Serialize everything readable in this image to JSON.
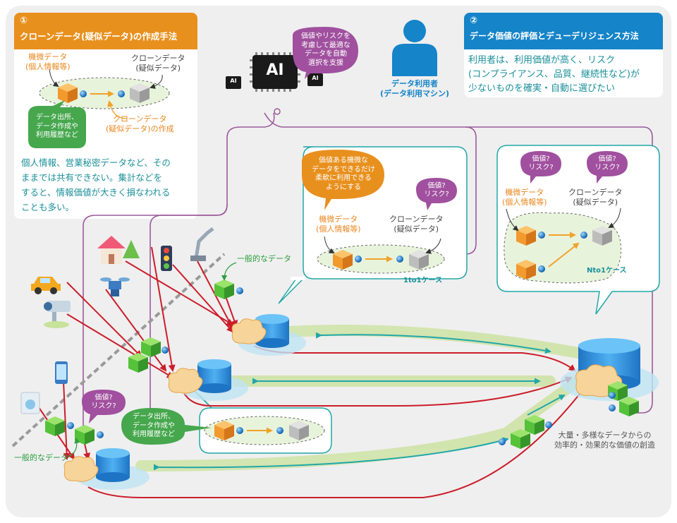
{
  "panel1": {
    "number": "①",
    "title": "クローンデータ(疑似データ)の作成手法",
    "original_label": "機微データ\n(個人情報等)",
    "clone_label": "クローンデータ\n(疑似データ)",
    "source_bubble": "データ出所、\nデータ作成や\n利用履歴など",
    "creation_label": "クローンデータ\n(疑似データ)の作成",
    "description": "個人情報、営業秘密データなど、その\nままでは共有できない。集計などを\nすると、情報価値が大きく損なわれる\nことも多い。"
  },
  "ai": {
    "chip_label": "AI",
    "small_chip_label": "AI",
    "bubble": "価値やリスクを\n考慮して最適な\nデータを自動\n選択を支援"
  },
  "user": {
    "label": "データ利用者\n(データ利用マシン)"
  },
  "panel2": {
    "number": "②",
    "title": "データ価値の評価とデューデリジェンス方法",
    "description": "利用者は、利用価値が高く、リスク\n(コンプライアンス、品質、継続性など)が\n少ないものを確実・自動に選びたい"
  },
  "case_1to1": {
    "value_bubble": "価値ある機微な\nデータをできるだけ\n柔軟に利用できる\nようにする",
    "risk_bubble": "価値?\nリスク?",
    "original_label": "機微データ\n(個人情報等)",
    "clone_label": "クローンデータ\n(疑似データ)",
    "case_label": "1to1ケース"
  },
  "case_nto1": {
    "risk_bubble_left": "価値?\nリスク?",
    "risk_bubble_right": "価値?\nリスク?",
    "original_label": "機微データ\n(個人情報等)",
    "clone_label": "クローンデータ\n(疑似データ)",
    "case_label": "Nto1ケース"
  },
  "network": {
    "general_data_top": "一般的なデータ",
    "general_data_bottom": "一般的なデータ",
    "risk_bubble": "価値?\nリスク?",
    "source_bubble": "データ出所、\nデータ作成や\n利用履歴など",
    "value_creation": "大量・多様なデータからの\n効率的・効果的な価値の創造"
  },
  "colors": {
    "panel_orange": "#e8901e",
    "panel_blue": "#1584c8",
    "teal": "#22a7a8",
    "purple": "#a0509e",
    "purple_line": "#9b5a9a",
    "green_bubble": "#46a74d",
    "red_arrow": "#cc1d2a",
    "db_blue": "#2a8fd8",
    "cube_orange": "#f29a2e",
    "cube_green": "#55c23a",
    "cube_gray": "#b8b8b8"
  },
  "icons": [
    "house-icon",
    "car-icon",
    "camera-icon",
    "drone-icon",
    "traffic-light-icon",
    "robot-arm-icon",
    "smartphone-icon",
    "washing-machine-icon",
    "person-icon",
    "ai-chip-icon",
    "database-icon",
    "cloud-icon",
    "cube-icon",
    "dot-icon"
  ]
}
